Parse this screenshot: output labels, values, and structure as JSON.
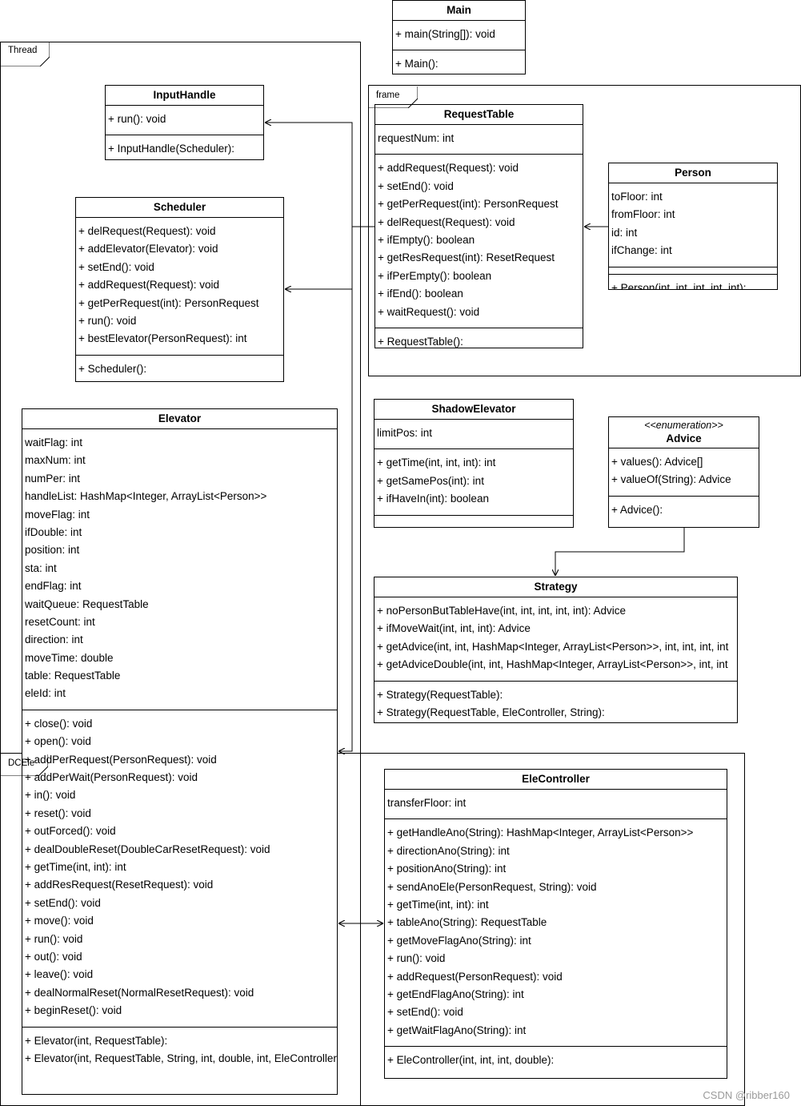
{
  "frames": {
    "thread": "Thread",
    "frame": "frame",
    "dcele": "DCEle"
  },
  "classes": {
    "main": {
      "name": "Main",
      "attributes": [],
      "methods": [
        "+ main(String[]): void"
      ],
      "constructors": [
        "+ Main():"
      ]
    },
    "input_handle": {
      "name": "InputHandle",
      "attributes": [],
      "methods": [
        "+ run(): void"
      ],
      "constructors": [
        "+ InputHandle(Scheduler):"
      ]
    },
    "scheduler": {
      "name": "Scheduler",
      "attributes": [],
      "methods": [
        "+ delRequest(Request): void",
        "+ addElevator(Elevator): void",
        "+ setEnd(): void",
        "+ addRequest(Request): void",
        "+ getPerRequest(int): PersonRequest",
        "+ run(): void",
        "+ bestElevator(PersonRequest): int"
      ],
      "constructors": [
        "+ Scheduler():"
      ]
    },
    "request_table": {
      "name": "RequestTable",
      "attributes": [
        "requestNum: int"
      ],
      "methods": [
        "+ addRequest(Request): void",
        "+ setEnd(): void",
        "+ getPerRequest(int): PersonRequest",
        "+ delRequest(Request): void",
        "+ ifEmpty(): boolean",
        "+ getResRequest(int): ResetRequest",
        "+ ifPerEmpty(): boolean",
        "+ ifEnd(): boolean",
        "+ waitRequest(): void"
      ],
      "constructors": [
        "+ RequestTable():"
      ]
    },
    "person": {
      "name": "Person",
      "attributes": [
        "toFloor: int",
        "fromFloor: int",
        "id: int",
        "ifChange: int"
      ],
      "methods": [],
      "constructors": [
        "+ Person(int, int, int, int, int):"
      ]
    },
    "shadow_elevator": {
      "name": "ShadowElevator",
      "attributes": [
        "limitPos: int"
      ],
      "methods": [
        "+ getTime(int, int, int): int",
        "+ getSamePos(int): int",
        "+ ifHaveIn(int): boolean"
      ],
      "constructors": []
    },
    "advice": {
      "stereotype": "<<enumeration>>",
      "name": "Advice",
      "attributes": [],
      "methods": [
        "+ values(): Advice[]",
        "+ valueOf(String): Advice"
      ],
      "constructors": [
        "+ Advice():"
      ]
    },
    "strategy": {
      "name": "Strategy",
      "attributes": [],
      "methods": [
        "+ noPersonButTableHave(int, int, int, int, int): Advice",
        "+ ifMoveWait(int, int, int): Advice",
        "+ getAdvice(int, int, HashMap<Integer, ArrayList<Person>>, int, int, int, int",
        "+ getAdviceDouble(int, int, HashMap<Integer, ArrayList<Person>>, int, int"
      ],
      "constructors": [
        "+ Strategy(RequestTable):",
        "+ Strategy(RequestTable, EleController, String):"
      ]
    },
    "elevator": {
      "name": "Elevator",
      "attributes": [
        "waitFlag: int",
        "maxNum: int",
        "numPer: int",
        "handleList: HashMap<Integer, ArrayList<Person>>",
        "moveFlag: int",
        "ifDouble: int",
        "position: int",
        "sta: int",
        "endFlag: int",
        "waitQueue: RequestTable",
        "resetCount: int",
        "direction: int",
        "moveTime: double",
        "table: RequestTable",
        "eleId: int"
      ],
      "methods": [
        "+ close(): void",
        "+ open(): void",
        "+ addPerRequest(PersonRequest): void",
        "+ addPerWait(PersonRequest): void",
        "+ in(): void",
        "+ reset(): void",
        "+ outForced(): void",
        "+ dealDoubleReset(DoubleCarResetRequest): void",
        "+ getTime(int, int): int",
        "+ addResRequest(ResetRequest): void",
        "+ setEnd(): void",
        "+ move(): void",
        "+ run(): void",
        "+ out(): void",
        "+ leave(): void",
        "+ dealNormalReset(NormalResetRequest): void",
        "+ beginReset(): void"
      ],
      "constructors": [
        "+ Elevator(int, RequestTable):",
        "+ Elevator(int, RequestTable, String, int, double, int, EleController)"
      ]
    },
    "ele_controller": {
      "name": "EleController",
      "attributes": [
        "transferFloor: int"
      ],
      "methods": [
        "+ getHandleAno(String): HashMap<Integer, ArrayList<Person>>",
        "+ directionAno(String): int",
        "+ positionAno(String): int",
        "+ sendAnoEle(PersonRequest, String): void",
        "+ getTime(int, int): int",
        "+ tableAno(String): RequestTable",
        "+ getMoveFlagAno(String): int",
        "+ run(): void",
        "+ addRequest(PersonRequest): void",
        "+ getEndFlagAno(String): int",
        "+ setEnd(): void",
        "+ getWaitFlagAno(String): int"
      ],
      "constructors": [
        "+ EleController(int, int, int, double):"
      ]
    }
  },
  "watermark": "CSDN @ribber160"
}
